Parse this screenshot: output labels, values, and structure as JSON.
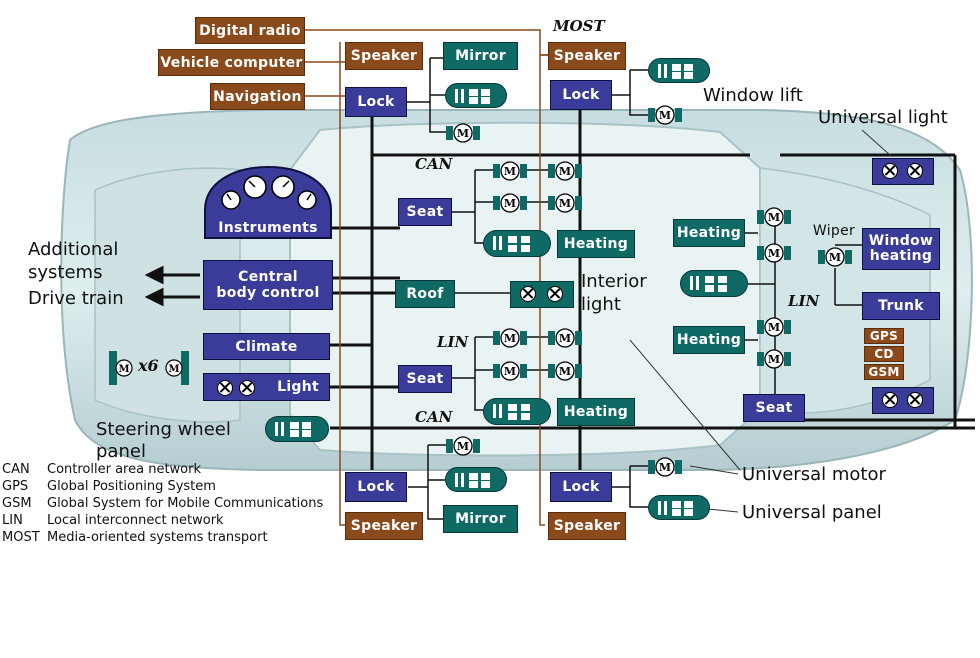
{
  "colors": {
    "brown": "#8a4a1c",
    "blue": "#3b3c99",
    "teal": "#0f6a66"
  },
  "buses": {
    "most": "MOST",
    "can_top": "CAN",
    "can_bottom": "CAN",
    "lin_left": "LIN",
    "lin_right": "LIN"
  },
  "boxes": {
    "digital_radio": "Digital radio",
    "vehicle_computer": "Vehicle computer",
    "navigation": "Navigation",
    "speaker_tl": "Speaker",
    "speaker_tr": "Speaker",
    "speaker_bl": "Speaker",
    "speaker_br": "Speaker",
    "mirror_top": "Mirror",
    "mirror_bottom": "Mirror",
    "lock_tl": "Lock",
    "lock_tr": "Lock",
    "lock_bl": "Lock",
    "lock_br": "Lock",
    "instruments": "Instruments",
    "central_body_control_l1": "Central",
    "central_body_control_l2": "body control",
    "climate": "Climate",
    "light": "Light",
    "seat_front_top": "Seat",
    "seat_front_bottom": "Seat",
    "seat_rear": "Seat",
    "heating_1": "Heating",
    "heating_2": "Heating",
    "heating_3": "Heating",
    "heating_4": "Heating",
    "roof": "Roof",
    "wiper": "Wiper",
    "window_heating_l1": "Window",
    "window_heating_l2": "heating",
    "trunk": "Trunk",
    "gps": "GPS",
    "cd": "CD",
    "gsm": "GSM"
  },
  "labels": {
    "window_lift": "Window lift",
    "universal_light": "Universal light",
    "additional_systems_l1": "Additional",
    "additional_systems_l2": "systems",
    "drive_train": "Drive train",
    "interior_light_l1": "Interior",
    "interior_light_l2": "light",
    "steering_wheel_panel_l1": "Steering wheel",
    "steering_wheel_panel_l2": "panel",
    "universal_motor": "Universal motor",
    "universal_panel": "Universal panel",
    "x6": "x6"
  },
  "legend": [
    {
      "abbr": "CAN",
      "text": "Controller area network"
    },
    {
      "abbr": "GPS",
      "text": "Global Positioning System"
    },
    {
      "abbr": "GSM",
      "text": "Global System for Mobile Communications"
    },
    {
      "abbr": "LIN",
      "text": "Local interconnect network"
    },
    {
      "abbr": "MOST",
      "text": "Media-oriented systems transport"
    }
  ],
  "icons": {
    "motor": "motor-icon",
    "lamp": "lamp-icon",
    "panel": "switch-panel-icon"
  }
}
